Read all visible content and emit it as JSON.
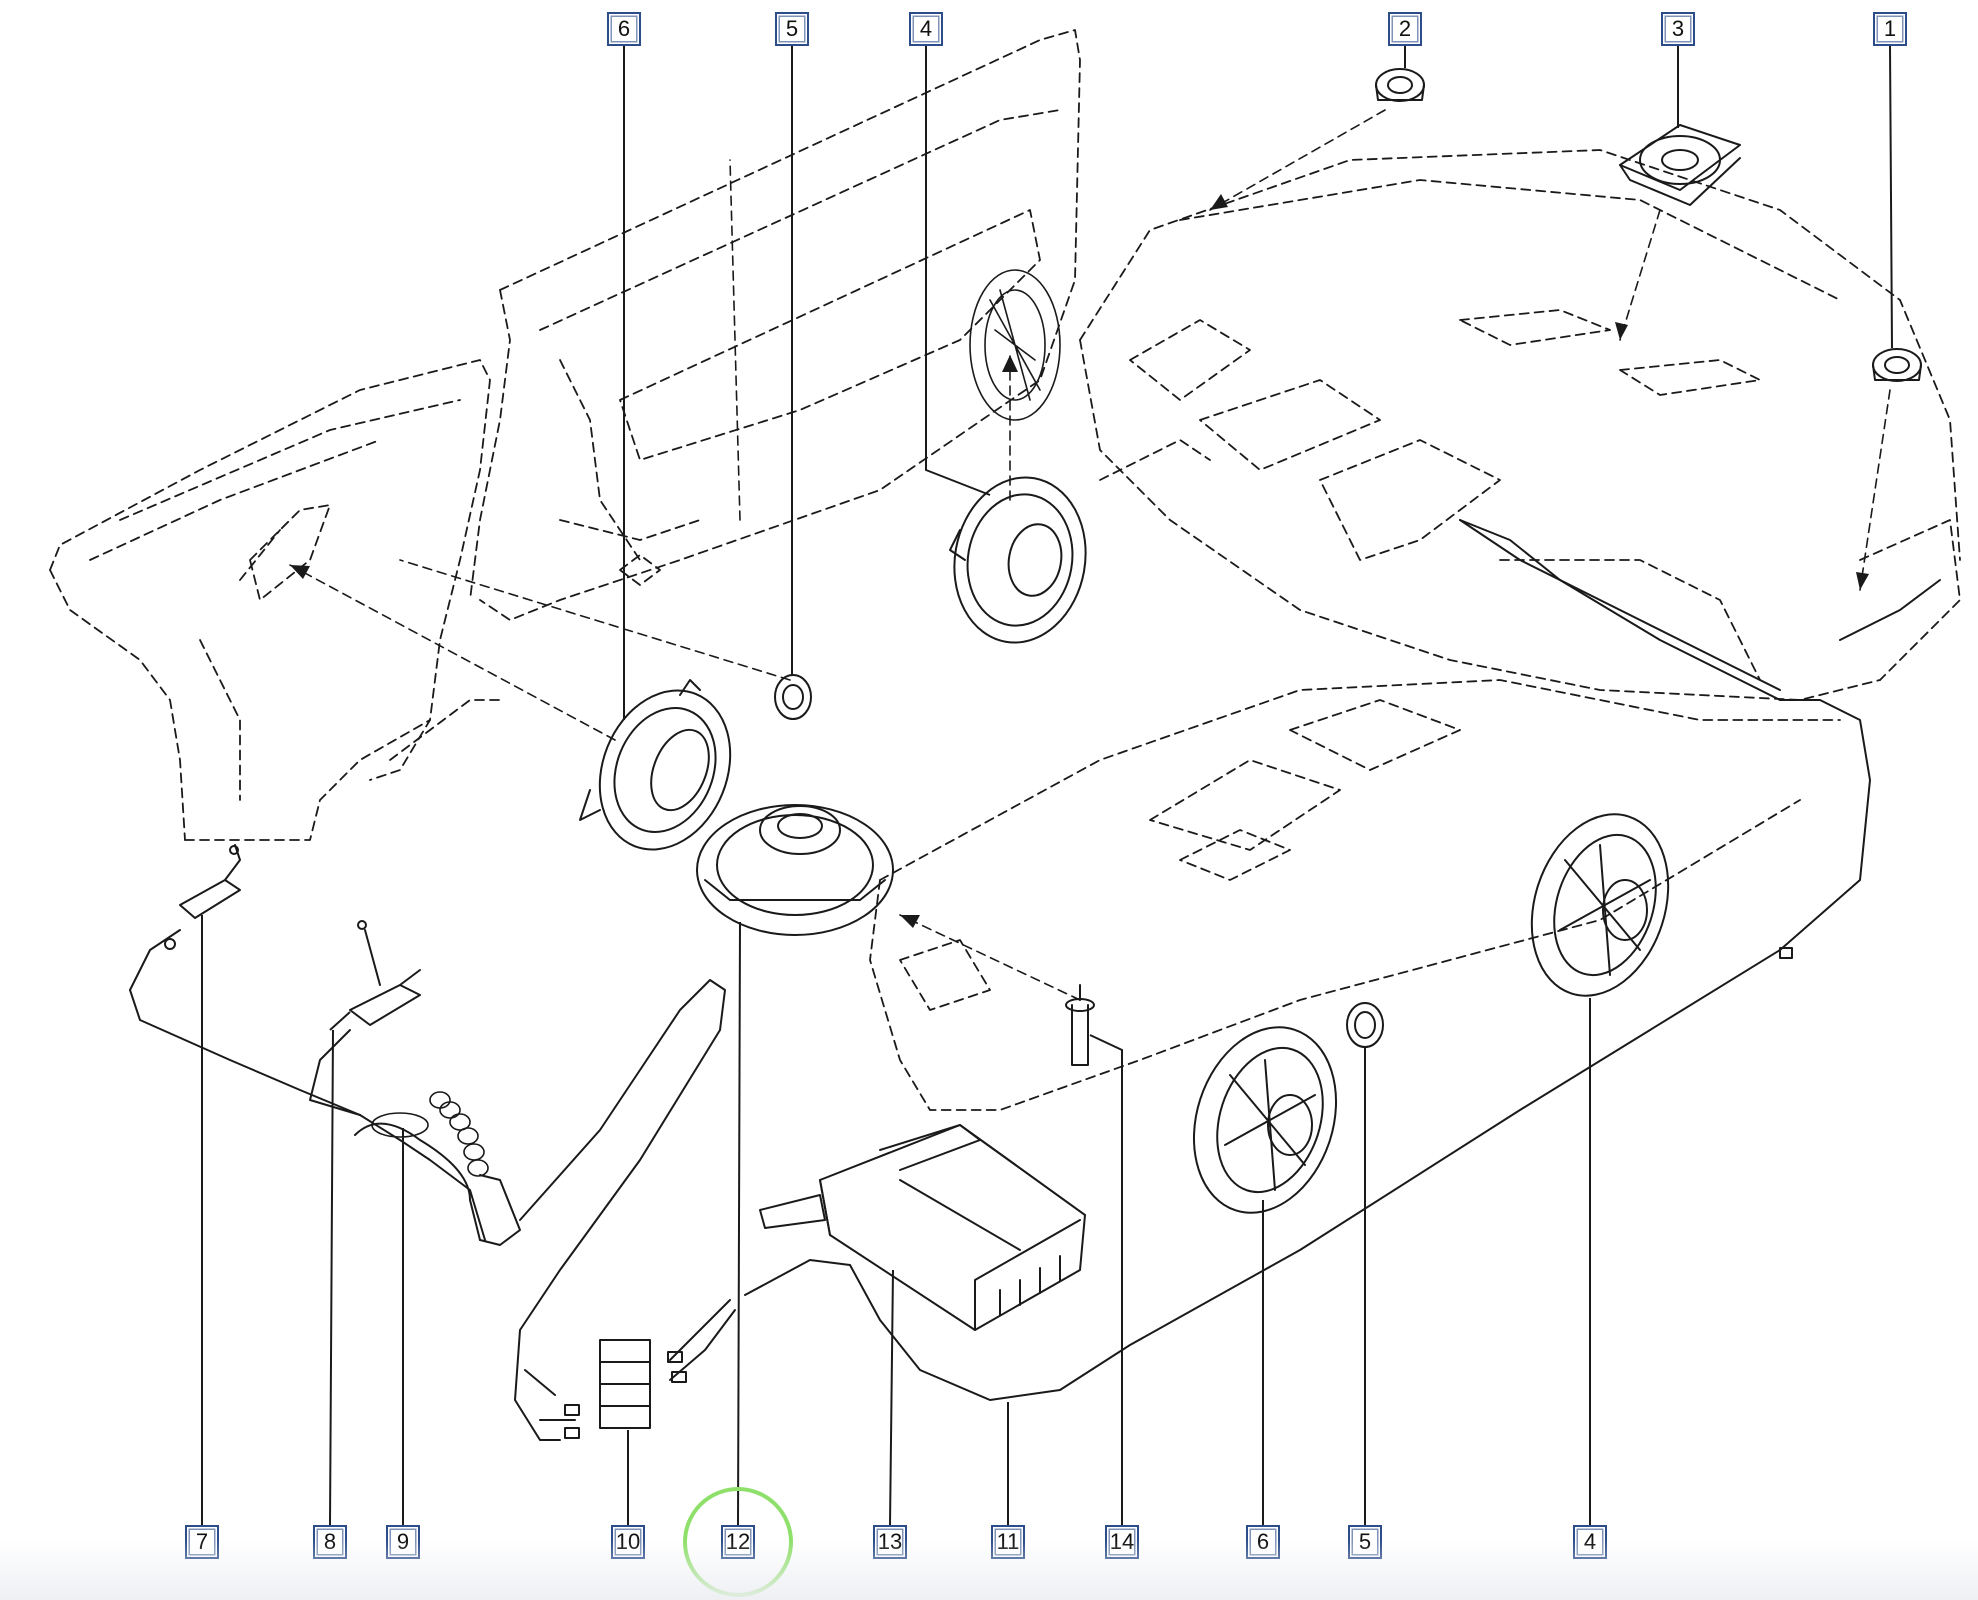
{
  "diagram": {
    "callouts": [
      {
        "key": "c6a",
        "label": "6"
      },
      {
        "key": "c5a",
        "label": "5"
      },
      {
        "key": "c4a",
        "label": "4"
      },
      {
        "key": "c2",
        "label": "2"
      },
      {
        "key": "c3",
        "label": "3"
      },
      {
        "key": "c1",
        "label": "1"
      },
      {
        "key": "c7",
        "label": "7"
      },
      {
        "key": "c8",
        "label": "8"
      },
      {
        "key": "c9",
        "label": "9"
      },
      {
        "key": "c10",
        "label": "10"
      },
      {
        "key": "c12",
        "label": "12"
      },
      {
        "key": "c13",
        "label": "13"
      },
      {
        "key": "c11",
        "label": "11"
      },
      {
        "key": "c14",
        "label": "14"
      },
      {
        "key": "c6b",
        "label": "6"
      },
      {
        "key": "c5b",
        "label": "5"
      },
      {
        "key": "c4b",
        "label": "4"
      }
    ],
    "highlighted_callout": "12",
    "colors": {
      "line": "#1a1a1a",
      "callout_border": "#2c4d8a",
      "highlight": "#8fe06a",
      "background": "#ffffff"
    }
  }
}
